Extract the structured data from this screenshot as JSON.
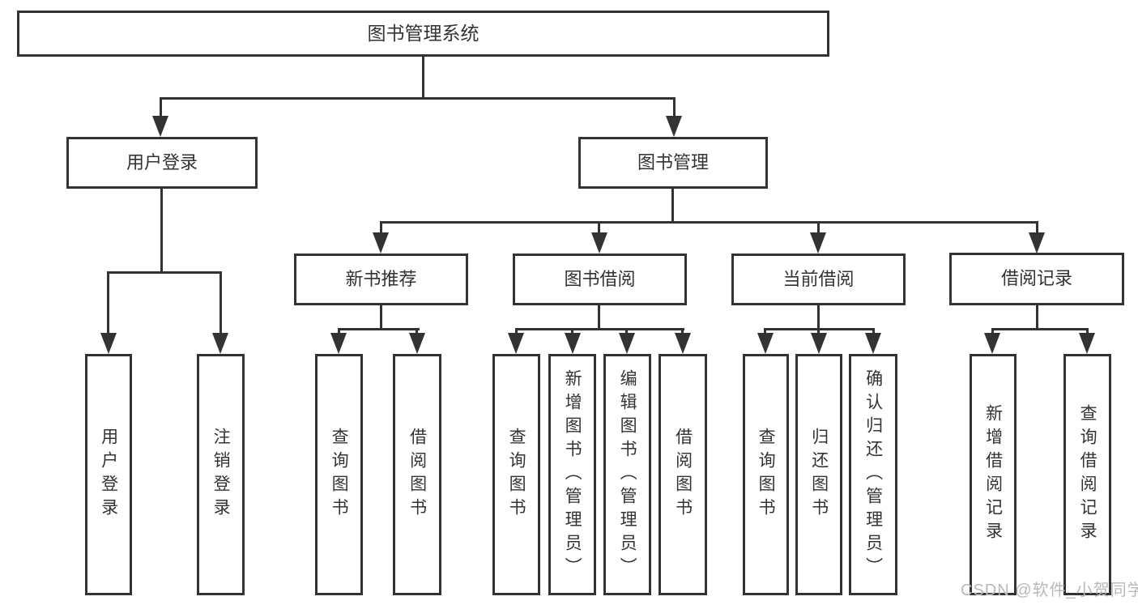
{
  "colors": {
    "line": "#333333",
    "box_border": "#333333",
    "text": "#333333",
    "background": "#ffffff",
    "watermark": "#b9b9b9"
  },
  "diagram": {
    "root": {
      "label": "图书管理系统"
    },
    "branches": [
      {
        "label": "用户登录",
        "children": [
          {
            "label": "用户登录"
          },
          {
            "label": "注销登录"
          }
        ]
      },
      {
        "label": "图书管理",
        "modules": [
          {
            "label": "新书推荐",
            "children": [
              {
                "label": "查询图书"
              },
              {
                "label": "借阅图书"
              }
            ]
          },
          {
            "label": "图书借阅",
            "children": [
              {
                "label": "查询图书"
              },
              {
                "label": "新增图书（管理员）"
              },
              {
                "label": "编辑图书（管理员）"
              },
              {
                "label": "借阅图书"
              }
            ]
          },
          {
            "label": "当前借阅",
            "children": [
              {
                "label": "查询图书"
              },
              {
                "label": "归还图书"
              },
              {
                "label": "确认归还（管理员）"
              }
            ]
          },
          {
            "label": "借阅记录",
            "children": [
              {
                "label": "新增借阅记录"
              },
              {
                "label": "查询借阅记录"
              }
            ]
          }
        ]
      }
    ]
  },
  "watermark": {
    "text": "CSDN @软件_小贺同学"
  }
}
